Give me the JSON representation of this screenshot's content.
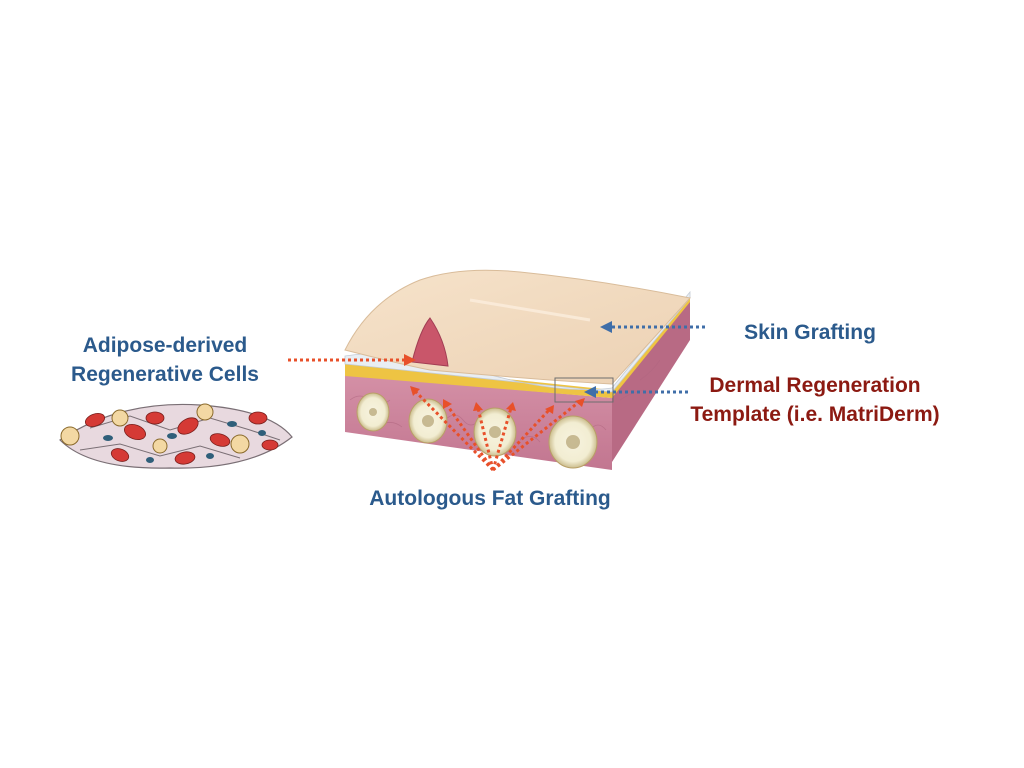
{
  "labels": {
    "adipose_line1": "Adipose-derived",
    "adipose_line2": "Regenerative Cells",
    "skin": "Skin Grafting",
    "dermal_line1": "Dermal Regeneration",
    "dermal_line2": "Template (i.e. MatriDerm)",
    "fat": "Autologous Fat Grafting"
  },
  "colors": {
    "blue_label": "#2b5a8c",
    "red_label": "#8c1a12",
    "arrow_orange": "#e8502a",
    "arrow_blue": "#3f6ea8",
    "skin": "#f1d9bd",
    "dermis": "#c97d95",
    "fat_layer": "#eec443",
    "template": "#e9eef3"
  }
}
